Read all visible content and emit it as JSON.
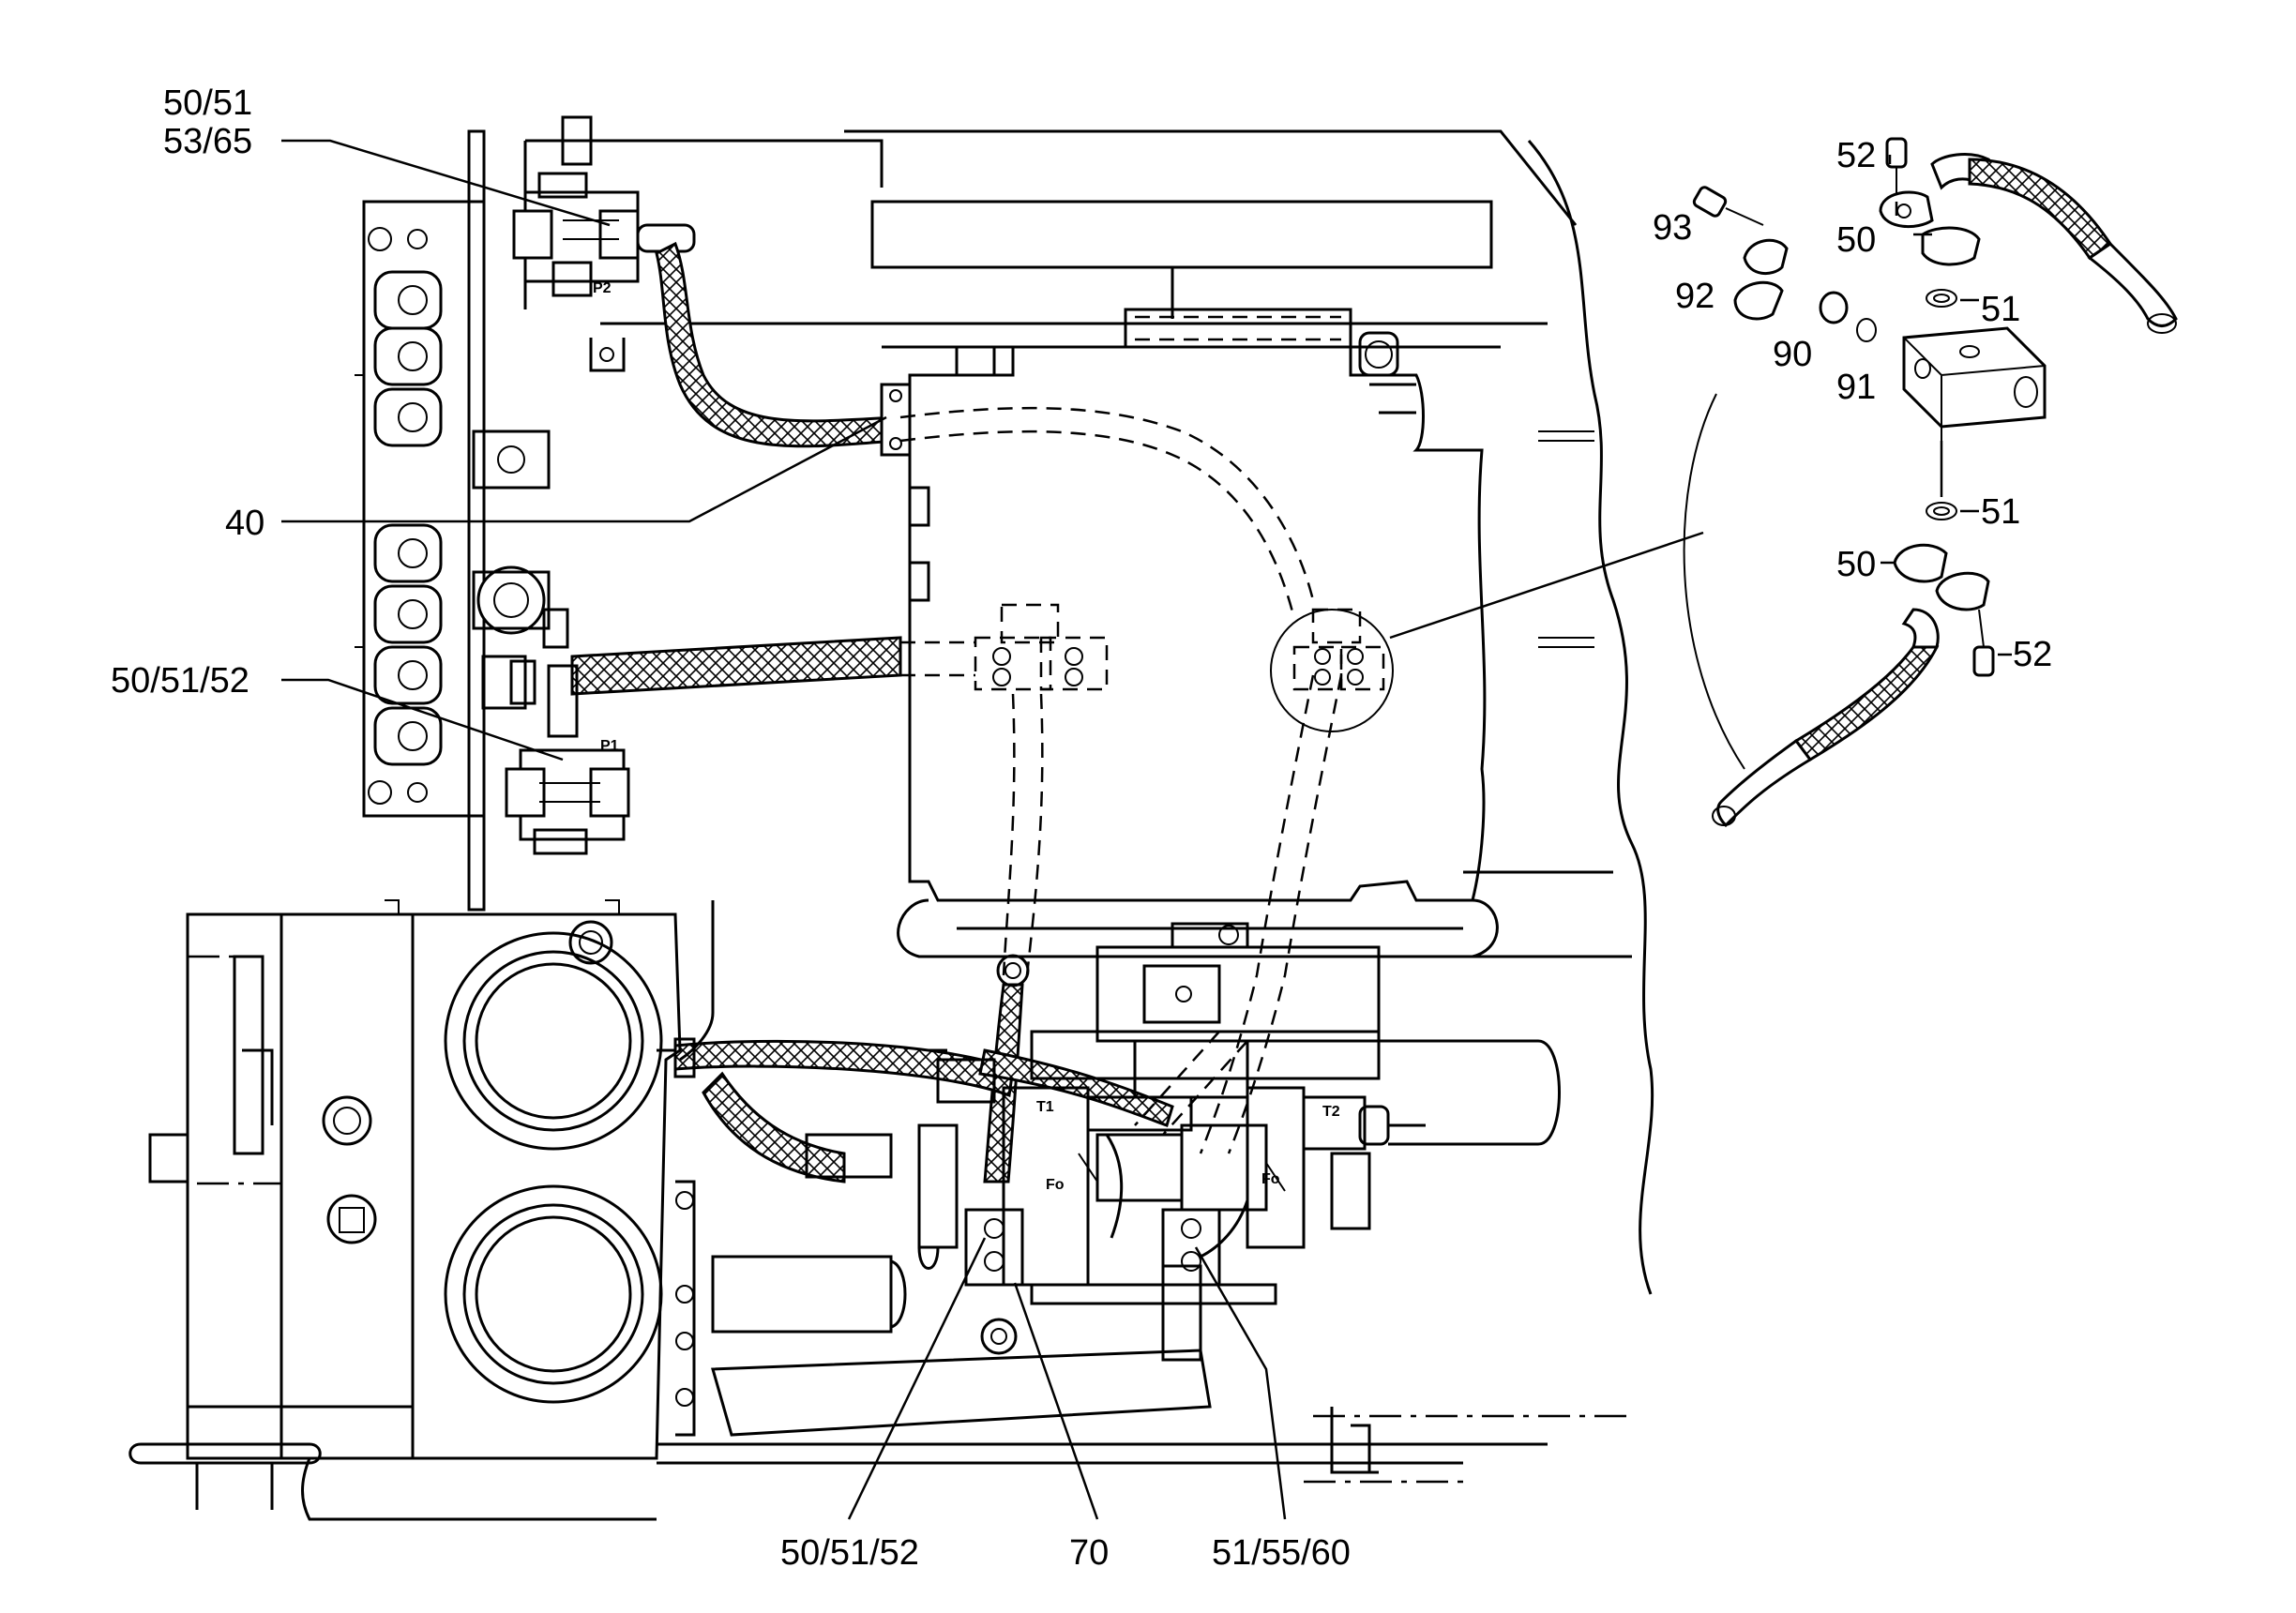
{
  "callouts": {
    "c1": "50/51",
    "c2": "53/65",
    "c3": "40",
    "c4": "50/51/52",
    "c5": "50/51/52",
    "c6": "70",
    "c7": "51/55/60",
    "c8": "52",
    "c9": "93",
    "c10": "50",
    "c11": "92",
    "c12": "90",
    "c13": "91",
    "c14": "51",
    "c15": "51",
    "c16": "50",
    "c17": "52"
  },
  "ports": {
    "p1": "P1",
    "p2": "P2",
    "t1": "T1",
    "t2": "T2",
    "f1": "Fo",
    "f2": "Fo"
  }
}
